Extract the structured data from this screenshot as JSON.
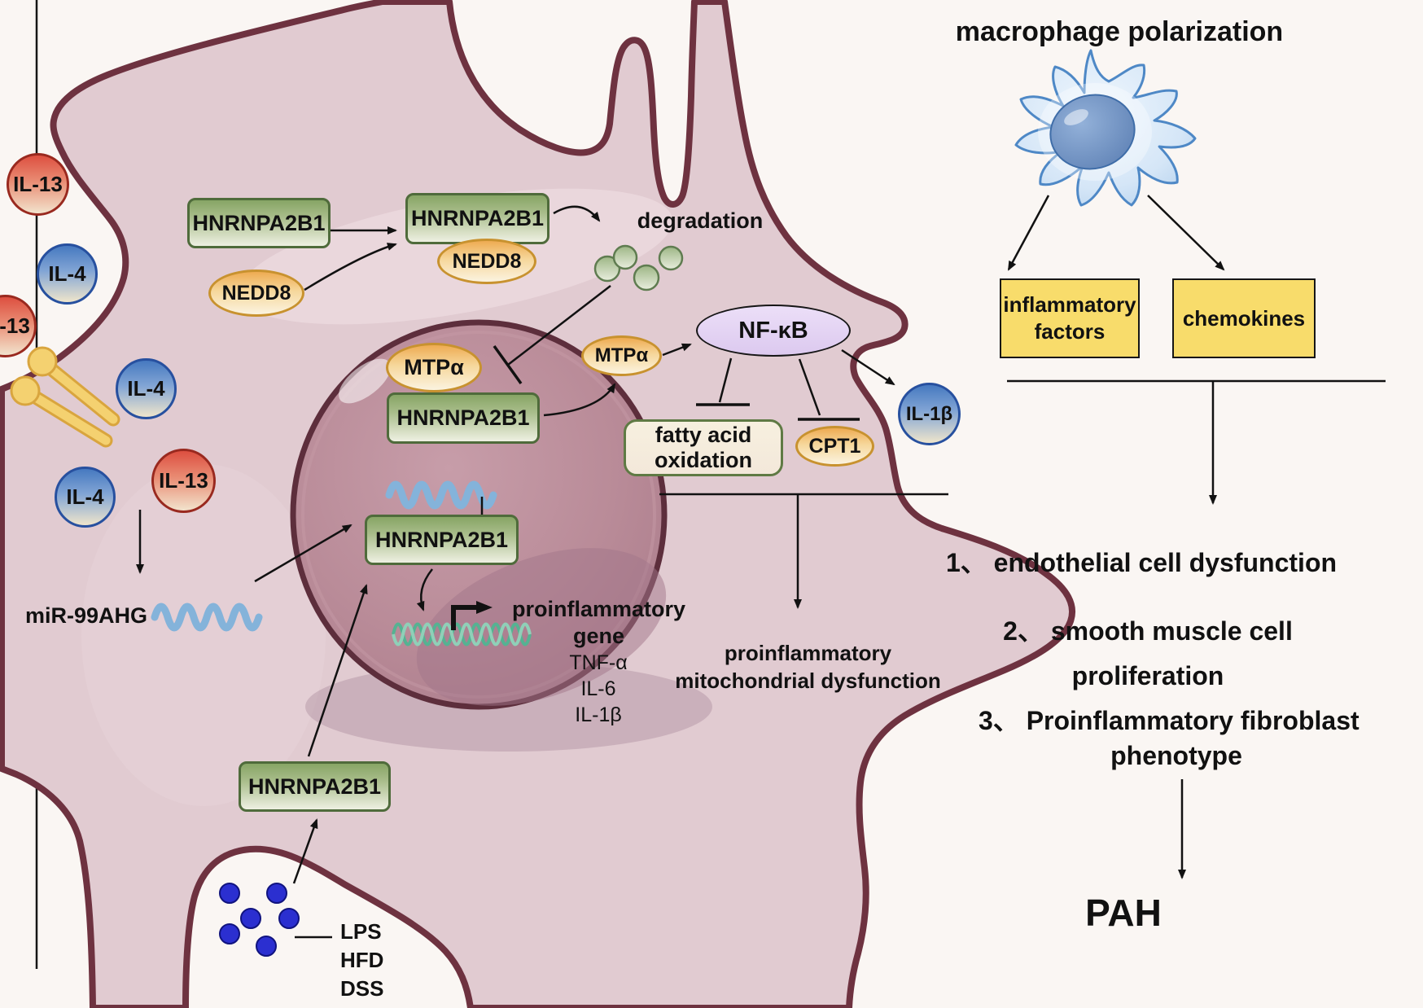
{
  "cell": {
    "boxes": {
      "hnrnpa2b1": "HNRNPA2B1"
    },
    "ellipses": {
      "nedd8": "NEDD8",
      "mtpa": "MTPα",
      "cpt1": "CPT1",
      "nfkb": "NF-κB"
    },
    "degradation_label": "degradation",
    "fatty_acid": {
      "line1": "fatty acid",
      "line2": "oxidation"
    },
    "gene": {
      "line1": "proinflammatory",
      "line2": "gene"
    },
    "cytokines": [
      "TNF-α",
      "IL-6",
      "IL-1β"
    ],
    "mito": {
      "line1": "proinflammatory",
      "line2": "mitochondrial dysfunction"
    },
    "ligands": {
      "il13": "IL-13",
      "il4": "IL-4",
      "il1b": "IL-1β"
    },
    "mir": "miR-99AHG",
    "stimuli": [
      "LPS",
      "HFD",
      "DSS"
    ]
  },
  "right_panel": {
    "title": "macrophage polarization",
    "boxes": {
      "inflammatory": {
        "line1": "inflammatory",
        "line2": "factors"
      },
      "chemokines": "chemokines"
    },
    "outcomes": {
      "item1": "1、 endothelial cell dysfunction",
      "item2_line1": "2、 smooth muscle cell",
      "item2_line2": "proliferation",
      "item3_line1": "3、 Proinflammatory fibroblast",
      "item3_line2": "phenotype"
    },
    "final": "PAH"
  },
  "colors": {
    "background": "#faf6f3",
    "cell_fill": "#e1cbd1",
    "membrane": "#6e3240",
    "nucleus_fill": "#b98b98",
    "nucleus_ring": "#5d2e3c",
    "green_box": "#87a565",
    "orange_ellipse": "#eeab52",
    "purple_ellipse": "#e2d4f0",
    "yellow_box": "#f8dc6b",
    "red_circle": "#dd4f40",
    "blue_circle": "#4679c0",
    "rna_wave": "#84b3da",
    "dna_strand": "#55b292",
    "dot_blue": "#2b2fd0",
    "receptor_yellow": "#f4d170",
    "macrophage_blue": "#cfe3f5"
  }
}
